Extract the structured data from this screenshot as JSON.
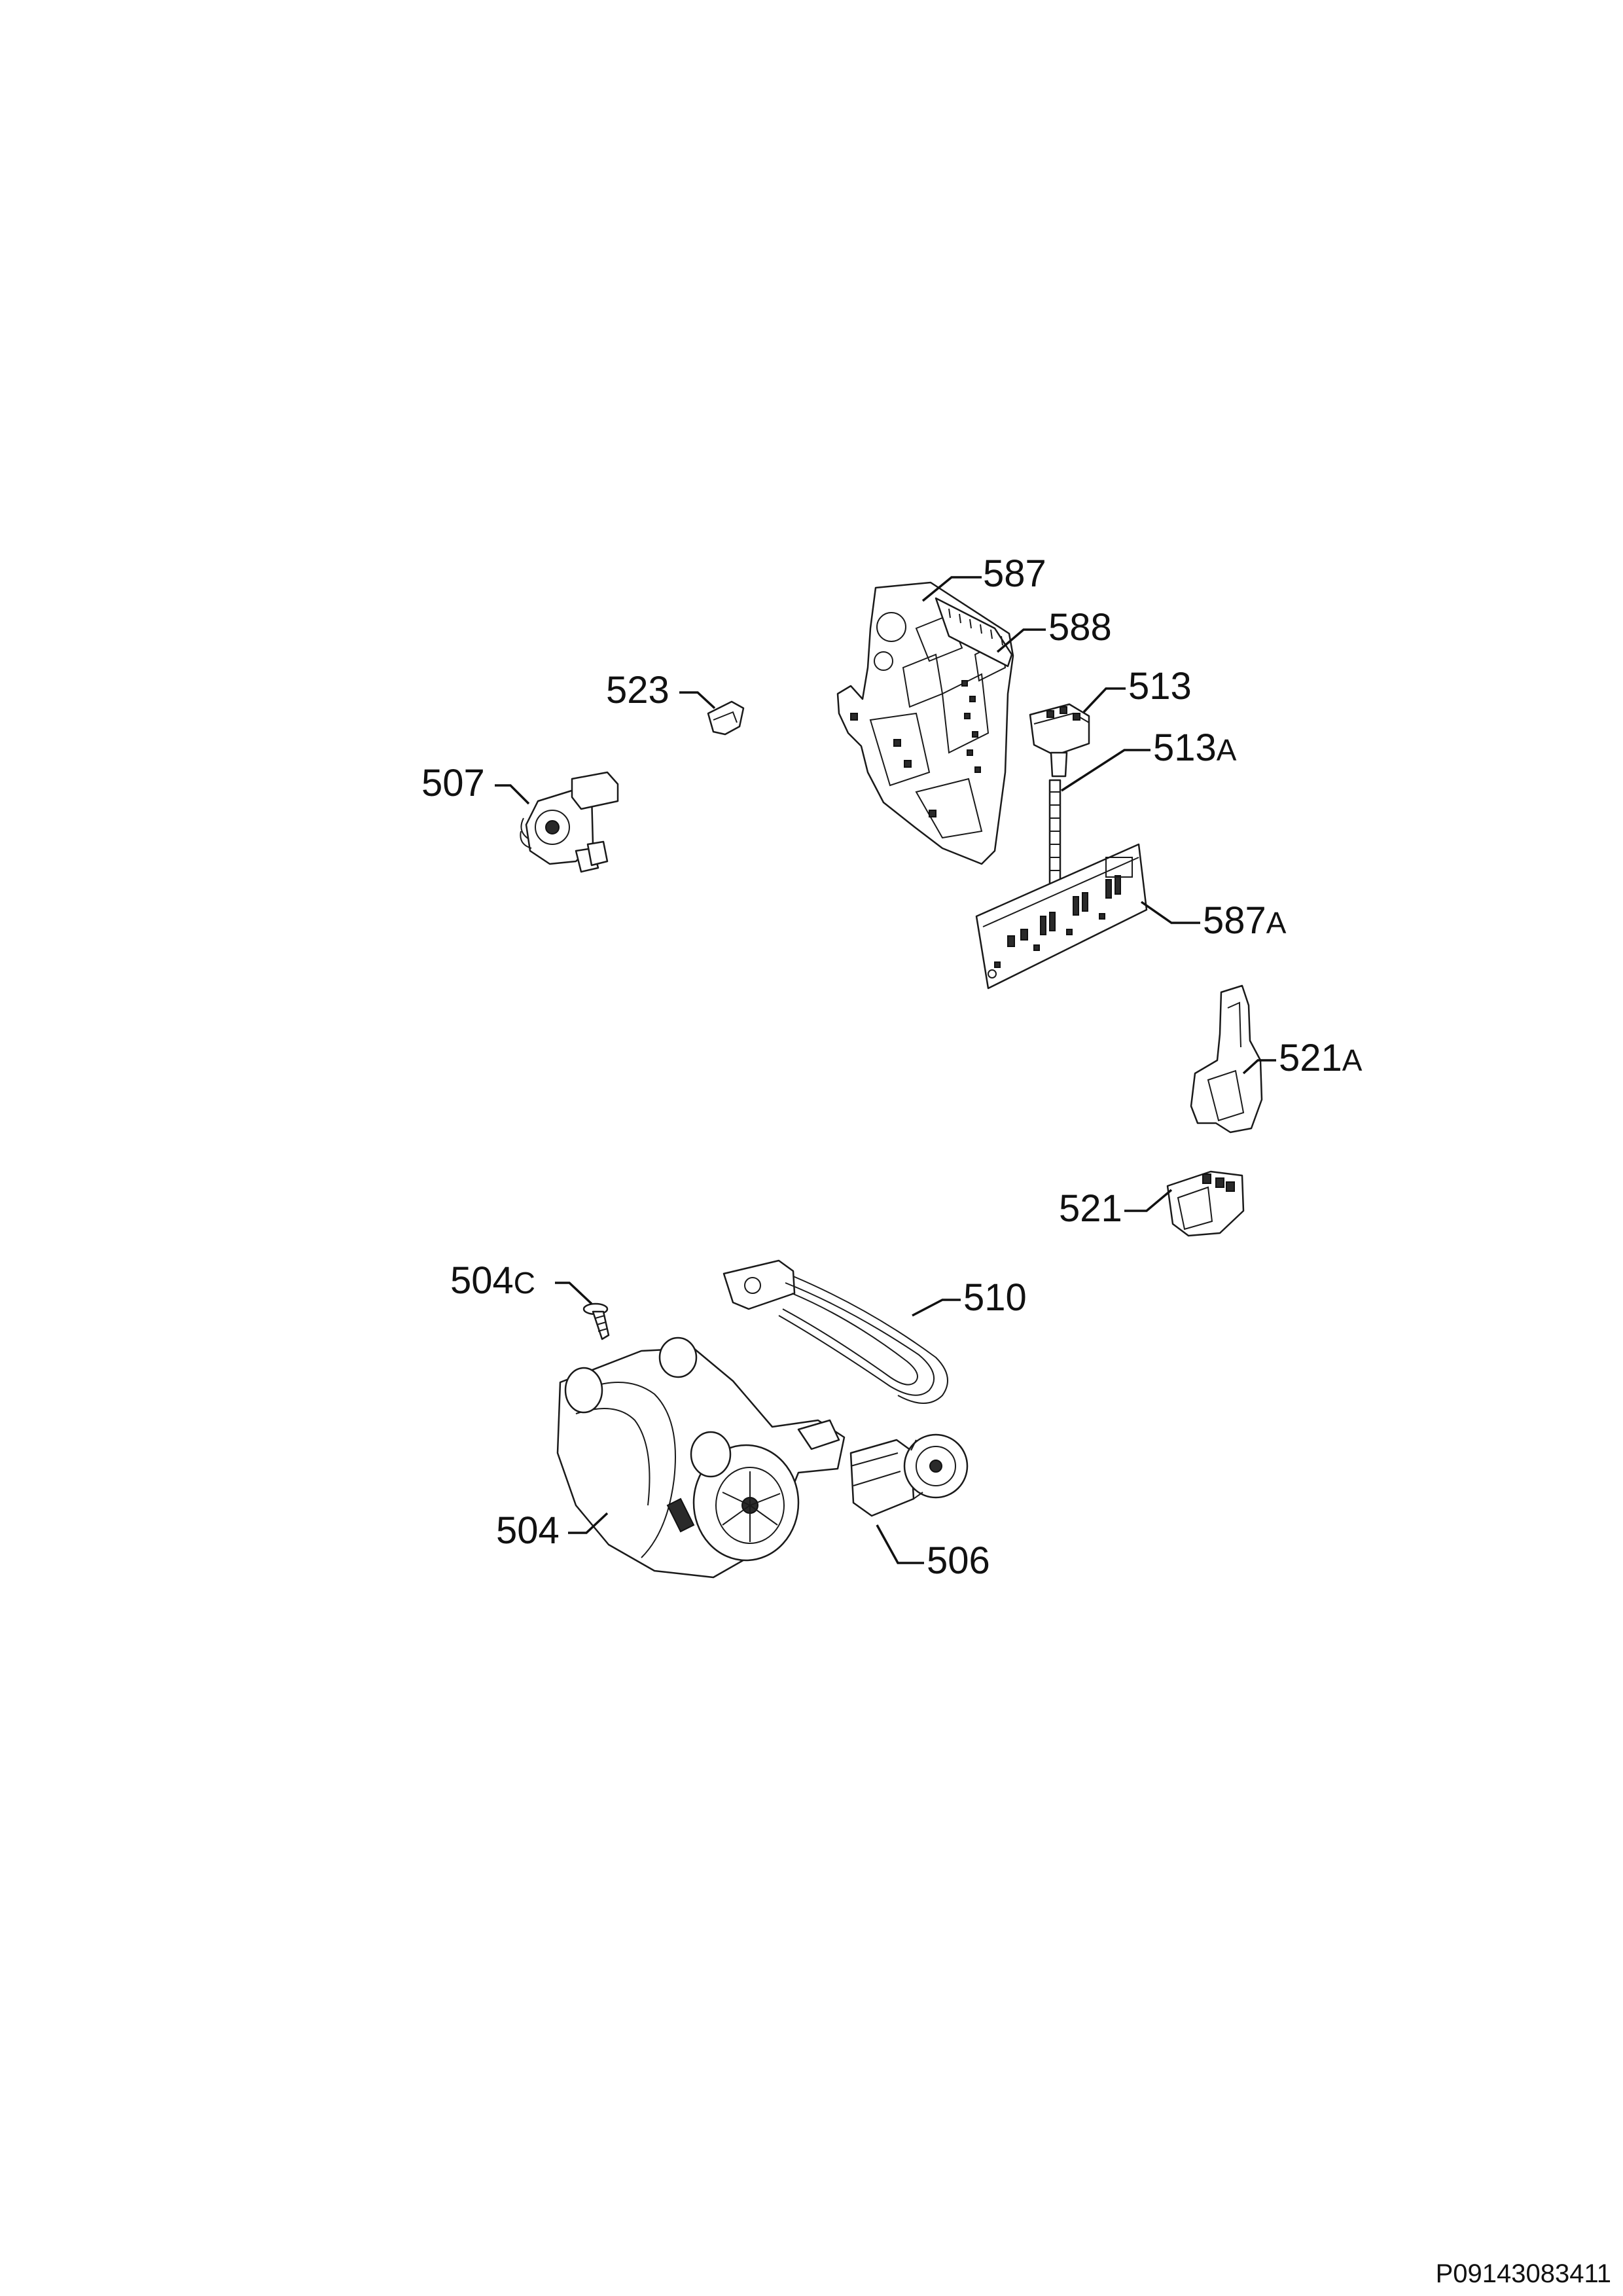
{
  "document_code": "P09143083411",
  "parts": [
    {
      "id": "p587",
      "number": "587",
      "suffix": ""
    },
    {
      "id": "p588",
      "number": "588",
      "suffix": ""
    },
    {
      "id": "p513",
      "number": "513",
      "suffix": ""
    },
    {
      "id": "p513a",
      "number": "513",
      "suffix": "A"
    },
    {
      "id": "p523",
      "number": "523",
      "suffix": ""
    },
    {
      "id": "p507",
      "number": "507",
      "suffix": ""
    },
    {
      "id": "p587a",
      "number": "587",
      "suffix": "A"
    },
    {
      "id": "p521a",
      "number": "521",
      "suffix": "A"
    },
    {
      "id": "p521",
      "number": "521",
      "suffix": ""
    },
    {
      "id": "p504c",
      "number": "504",
      "suffix": "C"
    },
    {
      "id": "p510",
      "number": "510",
      "suffix": ""
    },
    {
      "id": "p504",
      "number": "504",
      "suffix": ""
    },
    {
      "id": "p506",
      "number": "506",
      "suffix": ""
    }
  ]
}
